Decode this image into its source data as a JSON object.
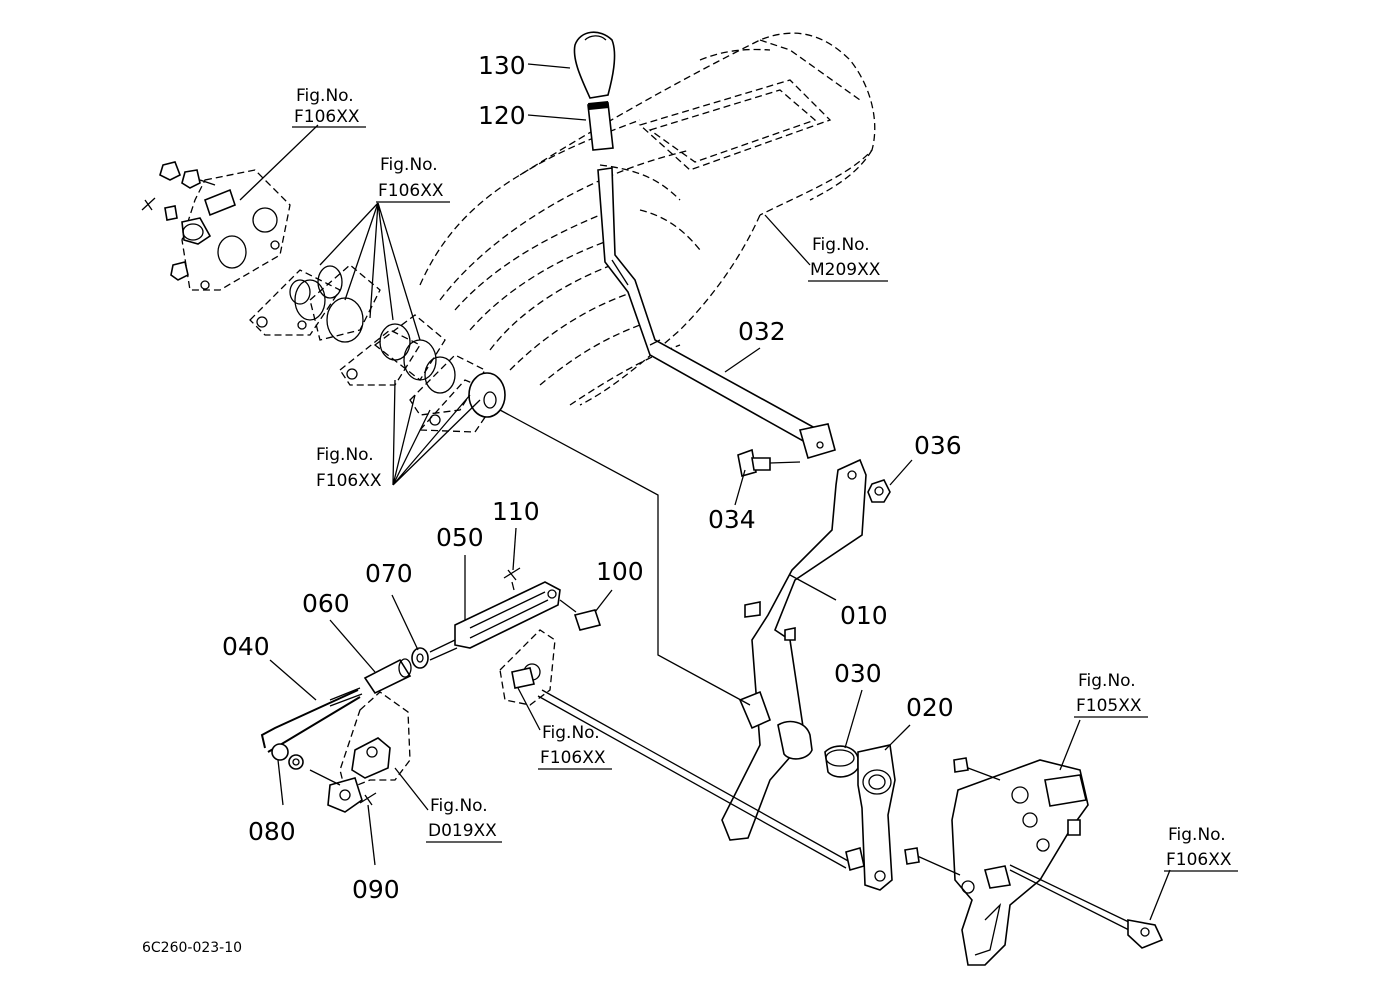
{
  "diagram": {
    "doc_code": "6C260-023-10",
    "fig_prefix": "Fig.No.",
    "parts": {
      "p010": "010",
      "p020": "020",
      "p030": "030",
      "p032": "032",
      "p034": "034",
      "p036": "036",
      "p040": "040",
      "p050": "050",
      "p060": "060",
      "p070": "070",
      "p080": "080",
      "p090": "090",
      "p100": "100",
      "p110": "110",
      "p120": "120",
      "p130": "130"
    },
    "figure_refs": {
      "f106_top_left": "F106XX",
      "f106_upper": "F106XX",
      "m209": "M209XX",
      "f106_lower_left": "F106XX",
      "f106_center": "F106XX",
      "d019": "D019XX",
      "f105": "F105XX",
      "f106_right": "F106XX"
    }
  }
}
